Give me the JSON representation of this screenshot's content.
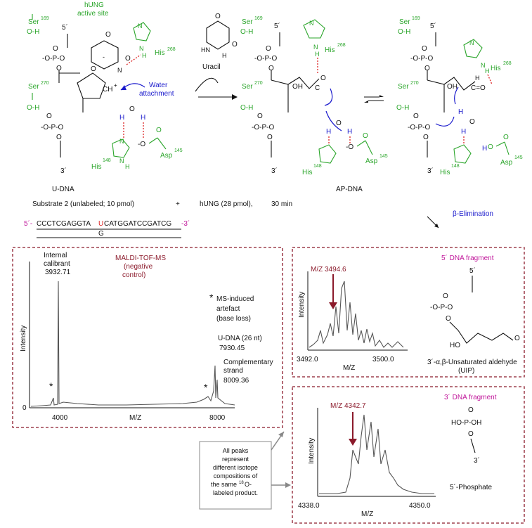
{
  "udna": {
    "hung_line1": "hUNG",
    "hung_line2": "active site",
    "ser169": "Ser",
    "ser169_num": "169",
    "ser270": "Ser",
    "ser270_num": "270",
    "his268": "His",
    "his268_num": "268",
    "his148": "His",
    "his148_num": "148",
    "asp145": "Asp",
    "asp145_num": "145",
    "water_line1": "Water",
    "water_line2": "attachment",
    "five_prime": "5´",
    "three_prime": "3´",
    "label": "U-DNA"
  },
  "uracil_label": "Uracil",
  "apdna_label": "AP-DNA",
  "substrate_line": {
    "substrate": "Substrate 2  (unlabeled; 10 pmol)",
    "plus": "+",
    "enzyme": "hUNG  (28 pmol),",
    "time": "30 min"
  },
  "sequence": {
    "five": "5´-",
    "left": "CCCTCGAGGTA",
    "u": "U",
    "right": "CATGGATCCGATCG",
    "three": "-3´",
    "pair": "G"
  },
  "beta_elimination": "β-Elimination",
  "main_spectrum": {
    "title_line1": "MALDI-TOF-MS",
    "title_line2": "(negative",
    "title_line3": "control)",
    "internal_line1": "Internal",
    "internal_line2": "calibrant",
    "internal_value": "3932.71",
    "artefact_star": "*",
    "artefact_line1": "MS-induced",
    "artefact_line2": "artefact",
    "artefact_line3": "(base loss)",
    "udna_line1": "U-DNA (26 nt)",
    "udna_value": "7930.45",
    "comp_line1": "Complementary",
    "comp_line2": "strand",
    "comp_value": "8009.36",
    "ylabel": "Intensity",
    "xlabel": "M/Z",
    "tick_zero": "0",
    "tick_4000": "4000",
    "tick_8000": "8000",
    "star_marker": "*"
  },
  "five_fragment": {
    "title": "5´ DNA fragment",
    "peak_label": "M/Z 3494.6",
    "ylabel": "Intensity",
    "xlabel": "M/Z",
    "x_left": "3492.0",
    "x_right": "3500.0",
    "five_prime": "5´",
    "product_line1": "3´-α,β-Unsaturated aldehyde",
    "product_line2": "(UIP)"
  },
  "three_fragment": {
    "title": "3´ DNA fragment",
    "peak_label": "M/Z 4342.7",
    "ylabel": "Intensity",
    "xlabel": "M/Z",
    "x_left": "4338.0",
    "x_right": "4350.0",
    "three_prime": "3´",
    "product_label": "5´-Phosphate"
  },
  "note": {
    "line1": "All peaks",
    "line2": "represent",
    "line3": "different isotope",
    "line4": "compositions of",
    "line5": "the same ",
    "line5_sup": "18",
    "line5_end": "O-",
    "line6": "labeled product."
  },
  "colors": {
    "enzyme_green": "#2aa52a",
    "arrow_blue": "#1a1acc",
    "hbond_red": "#dd2222",
    "box_red": "#8b1a2b",
    "label_magenta": "#c0169a"
  }
}
